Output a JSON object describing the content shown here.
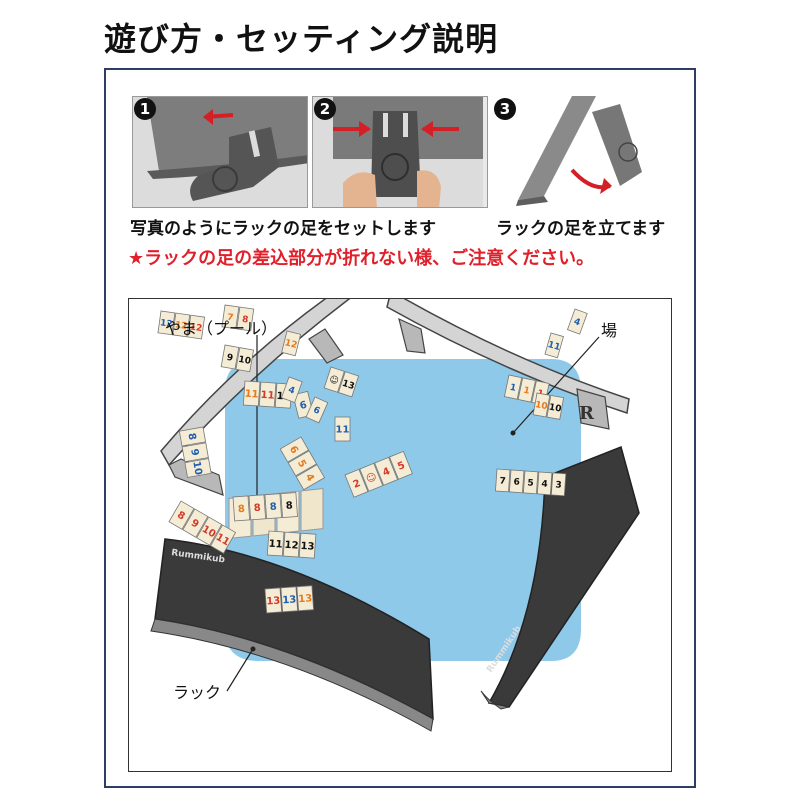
{
  "page": {
    "title": "遊び方・セッティング説明",
    "steps": [
      {
        "number": "1",
        "icon": "rack-foot-insert-photo-icon"
      },
      {
        "number": "2",
        "icon": "rack-foot-push-photo-icon"
      },
      {
        "number": "3",
        "icon": "rack-standing-photo-icon"
      }
    ],
    "caption_left": "写真のようにラックの足をセットします",
    "caption_right": "ラックの足を立てます",
    "warning": "★ラックの足の差込部分が折れない様、ご注意ください。",
    "labels": {
      "pool": "やま（プール）",
      "field": "場",
      "rack": "ラック"
    },
    "brand_text": "Rummikub",
    "colors": {
      "frame": "#2c3e66",
      "warning": "#e0202a",
      "table": "#8ec9ea",
      "rack_dark": "#3a3a3a",
      "tile": "#f4ecd4",
      "tile_black": "#111111",
      "tile_red": "#d23a2a",
      "tile_blue": "#1f5fb0",
      "tile_orange": "#e67a1e"
    },
    "table_tile_groups": [
      {
        "tiles": [
          {
            "n": "11",
            "c": "orange"
          },
          {
            "n": "11",
            "c": "red"
          },
          {
            "n": "11",
            "c": "black"
          }
        ]
      },
      {
        "tiles": [
          {
            "n": "6",
            "c": "blue"
          }
        ]
      },
      {
        "tiles": [
          {
            "n": "11",
            "c": "blue"
          }
        ]
      },
      {
        "tiles": [
          {
            "n": "8",
            "c": "blue"
          },
          {
            "n": "9",
            "c": "blue"
          },
          {
            "n": "10",
            "c": "blue"
          }
        ]
      },
      {
        "tiles": [
          {
            "n": "6",
            "c": "orange"
          },
          {
            "n": "5",
            "c": "orange"
          },
          {
            "n": "4",
            "c": "orange"
          }
        ]
      },
      {
        "tiles": [
          {
            "n": "8",
            "c": "orange"
          },
          {
            "n": "8",
            "c": "red"
          },
          {
            "n": "8",
            "c": "blue"
          },
          {
            "n": "8",
            "c": "black"
          }
        ]
      },
      {
        "tiles": [
          {
            "n": "2",
            "c": "red"
          },
          {
            "n": "☺",
            "c": "red"
          },
          {
            "n": "4",
            "c": "red"
          },
          {
            "n": "5",
            "c": "red"
          }
        ]
      },
      {
        "tiles": [
          {
            "n": "8",
            "c": "red"
          },
          {
            "n": "9",
            "c": "red"
          },
          {
            "n": "10",
            "c": "red"
          },
          {
            "n": "11",
            "c": "red"
          }
        ]
      },
      {
        "tiles": [
          {
            "n": "11",
            "c": "black"
          },
          {
            "n": "12",
            "c": "black"
          },
          {
            "n": "13",
            "c": "black"
          }
        ]
      },
      {
        "tiles": [
          {
            "n": "13",
            "c": "red"
          },
          {
            "n": "13",
            "c": "blue"
          },
          {
            "n": "13",
            "c": "orange"
          }
        ]
      }
    ],
    "rack_bottom_tiles": [
      {
        "tiles": [
          {
            "n": "7",
            "c": "orange"
          },
          {
            "n": "8",
            "c": "red"
          }
        ]
      },
      {
        "tiles": [
          {
            "n": "12",
            "c": "blue"
          },
          {
            "n": "12",
            "c": "orange"
          },
          {
            "n": "12",
            "c": "red"
          }
        ]
      },
      {
        "tiles": [
          {
            "n": "9",
            "c": "black"
          },
          {
            "n": "10",
            "c": "black"
          }
        ]
      },
      {
        "tiles": [
          {
            "n": "12",
            "c": "orange"
          }
        ]
      },
      {
        "tiles": [
          {
            "n": "4",
            "c": "blue"
          }
        ]
      },
      {
        "tiles": [
          {
            "n": "6",
            "c": "blue"
          }
        ]
      },
      {
        "tiles": [
          {
            "n": "☺",
            "c": "black"
          },
          {
            "n": "13",
            "c": "black"
          }
        ]
      }
    ],
    "rack_right_tiles": [
      {
        "tiles": [
          {
            "n": "4",
            "c": "blue"
          }
        ]
      },
      {
        "tiles": [
          {
            "n": "11",
            "c": "blue"
          }
        ]
      },
      {
        "tiles": [
          {
            "n": "1",
            "c": "blue"
          },
          {
            "n": "1",
            "c": "orange"
          },
          {
            "n": "1",
            "c": "red"
          }
        ]
      },
      {
        "tiles": [
          {
            "n": "10",
            "c": "orange"
          },
          {
            "n": "10",
            "c": "black"
          }
        ]
      },
      {
        "tiles": [
          {
            "n": "7",
            "c": "black"
          },
          {
            "n": "6",
            "c": "black"
          },
          {
            "n": "5",
            "c": "black"
          },
          {
            "n": "4",
            "c": "black"
          },
          {
            "n": "3",
            "c": "black"
          }
        ]
      }
    ]
  }
}
